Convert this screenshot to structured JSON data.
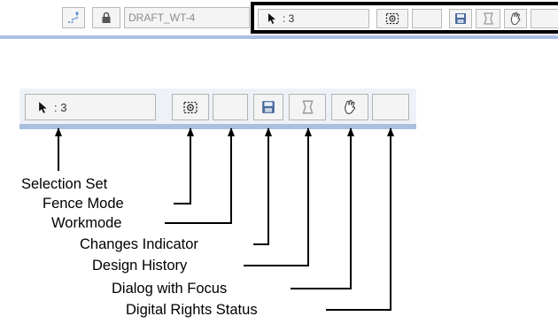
{
  "top_status_bar": {
    "file_name": "DRAFT_WT-4",
    "selection_count": ": 3",
    "icons": [
      "connect-icon",
      "lock-icon",
      "selection-arrow-icon",
      "fence-icon",
      "save-icon",
      "design-history-icon",
      "hand-icon"
    ]
  },
  "lower_status_bar": {
    "selection_count": ": 3",
    "icons": [
      "selection-arrow-icon",
      "fence-icon",
      "save-icon",
      "design-history-icon",
      "hand-icon"
    ]
  },
  "callouts": {
    "selection_set": "Selection Set",
    "fence_mode": "Fence Mode",
    "workmode": "Workmode",
    "changes_indicator": "Changes Indicator",
    "design_history": "Design History",
    "dialog_with_focus": "Dialog with Focus",
    "digital_rights_status": "Digital Rights Status"
  }
}
